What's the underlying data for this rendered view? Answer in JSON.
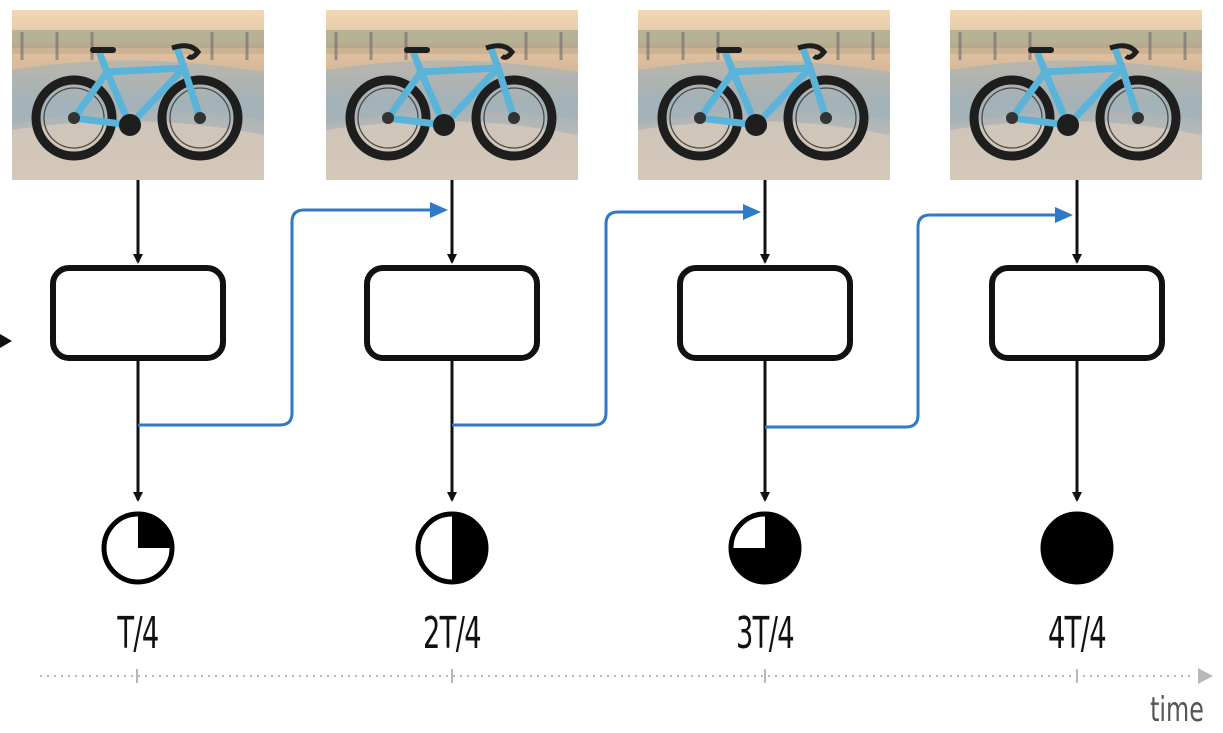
{
  "steps": [
    {
      "label": "T/4",
      "fraction": 0.25
    },
    {
      "label": "2T/4",
      "fraction": 0.5
    },
    {
      "label": "3T/4",
      "fraction": 0.75
    },
    {
      "label": "4T/4",
      "fraction": 1.0
    }
  ],
  "axis": {
    "label": "time"
  },
  "colors": {
    "arrow": "#111111",
    "recurrent_arrow": "#2f79c6",
    "axis": "#b8b8b8",
    "progress_fill": "#000000"
  },
  "icons": {
    "frame_image": "bicycle-photo",
    "progress": "pie-progress-icon",
    "input_arrow": "arrow-right-icon"
  }
}
